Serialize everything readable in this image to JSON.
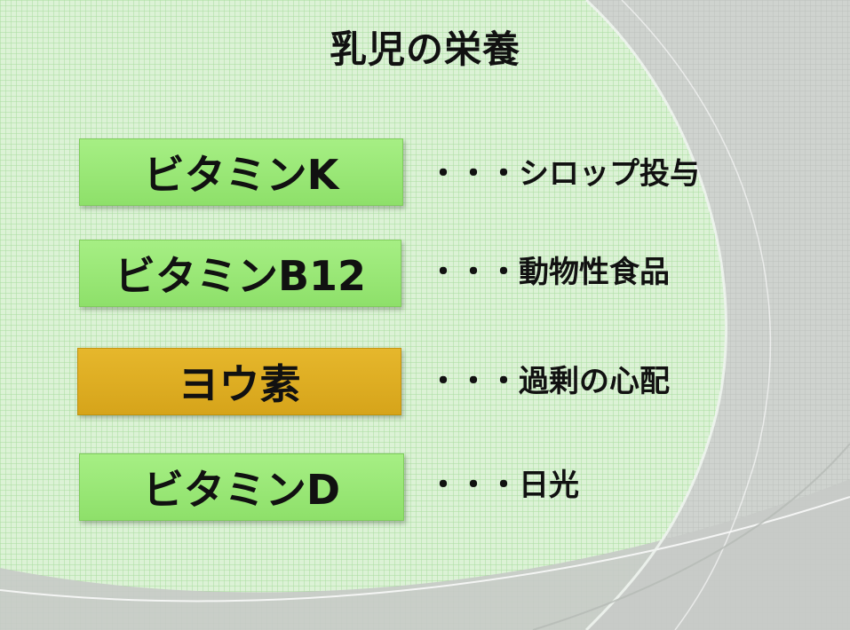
{
  "slide": {
    "title": "乳児の栄養",
    "items": [
      {
        "term": "ビタミンK",
        "desc": "・・・シロップ投与",
        "color": "#9be876"
      },
      {
        "term": "ビタミンB12",
        "desc": "・・・動物性食品",
        "color": "#9be876"
      },
      {
        "term": "ヨウ素",
        "desc": "・・・過剰の心配",
        "color": "#e0ae22"
      },
      {
        "term": "ビタミンD",
        "desc": "・・・日光",
        "color": "#9be876"
      }
    ]
  }
}
